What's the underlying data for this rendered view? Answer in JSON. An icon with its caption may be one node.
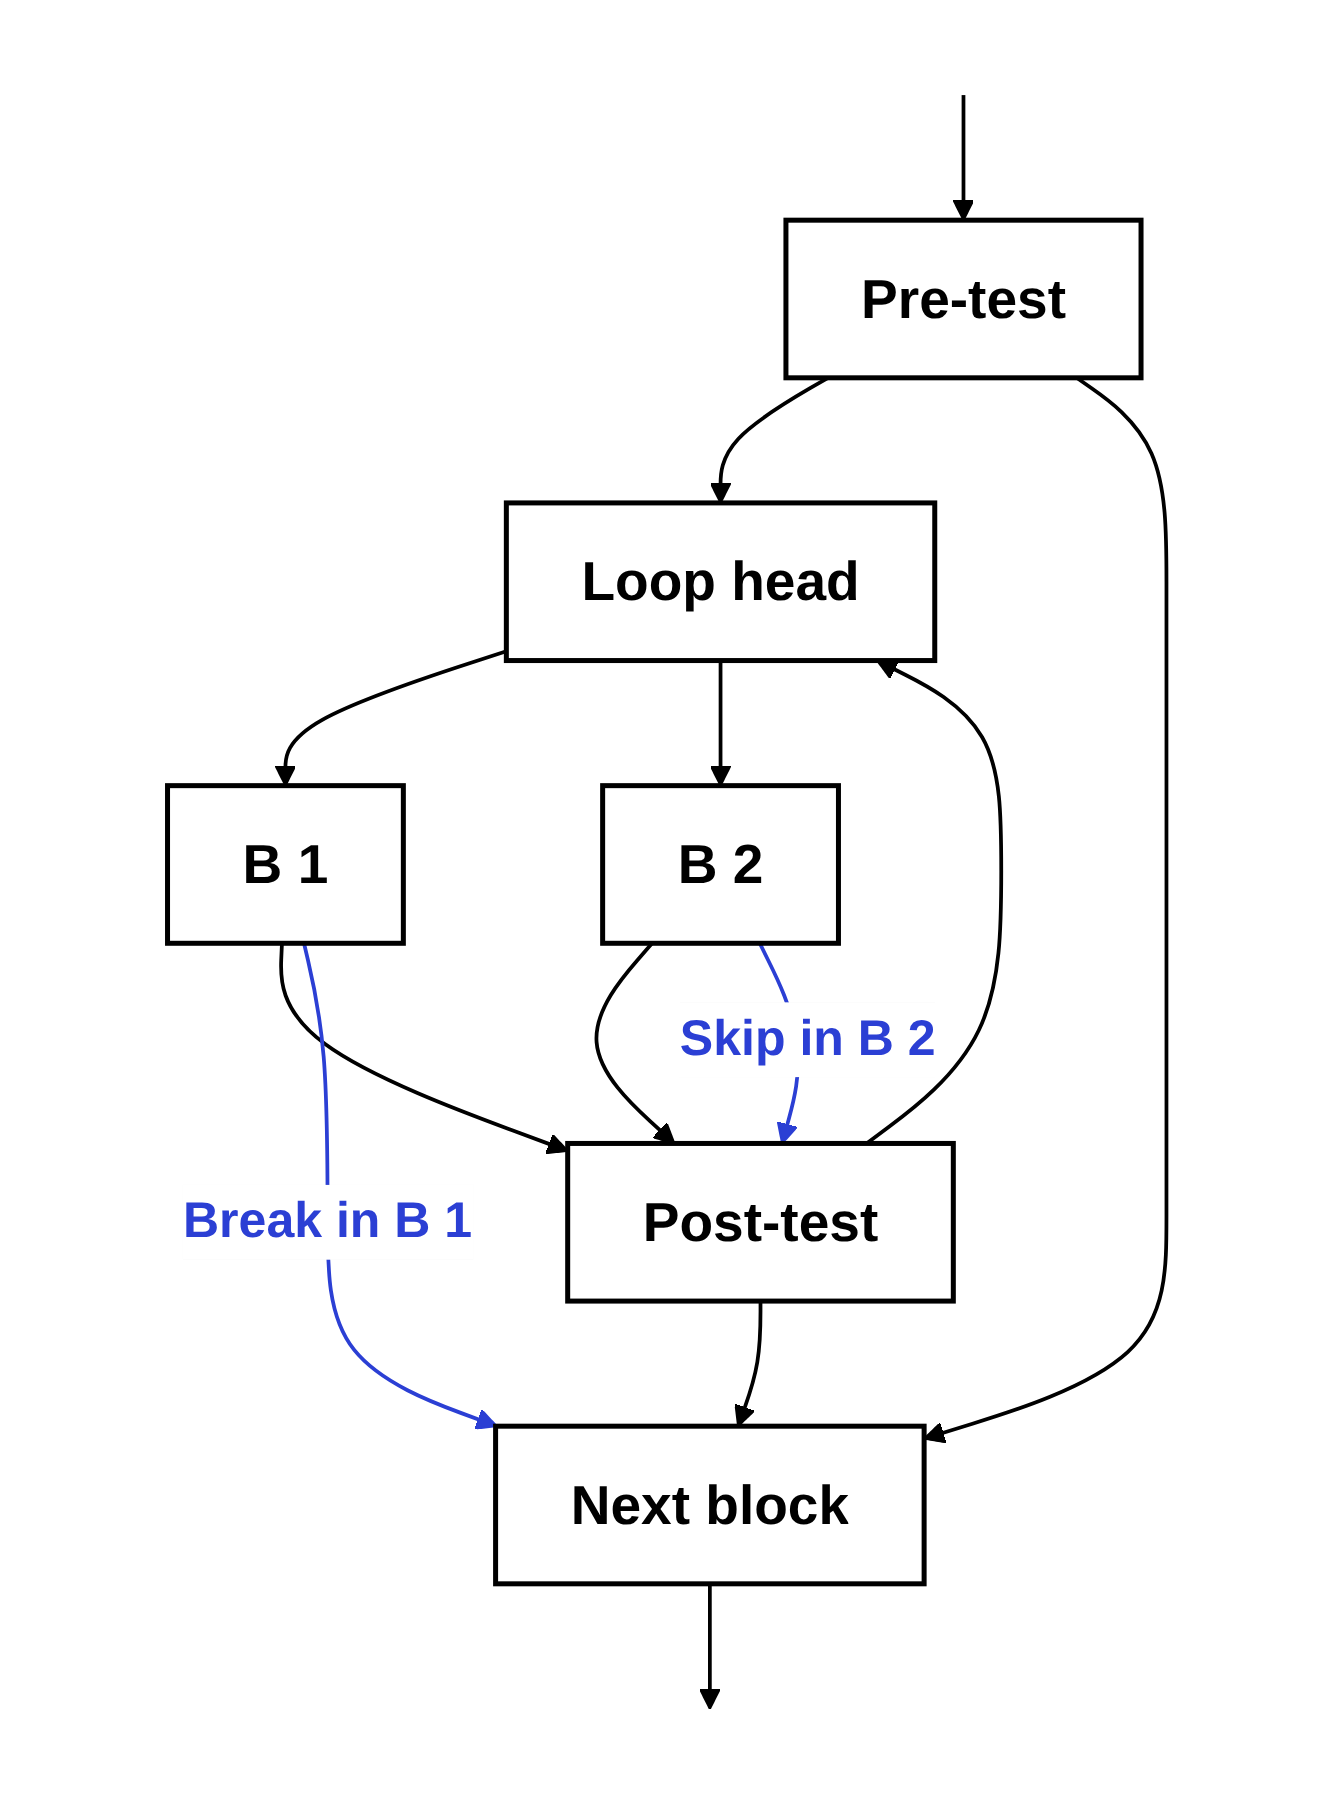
{
  "diagram": {
    "nodes": [
      {
        "text": [
          "Pre-test"
        ]
      },
      {
        "text": [
          "Loop head"
        ]
      },
      {
        "text": [
          "B 1"
        ]
      },
      {
        "text": [
          "B 2"
        ]
      },
      {
        "text": [
          "Post-test"
        ]
      },
      {
        "text": [
          "Next block"
        ]
      }
    ],
    "edges": [
      {
        "from": null,
        "to": 0,
        "arrow": "to"
      },
      {
        "from": 0,
        "to": 1,
        "arrow": "to"
      },
      {
        "from": 0,
        "to": 5,
        "arrow": "to"
      },
      {
        "from": 1,
        "to": 2,
        "arrow": "to"
      },
      {
        "from": 1,
        "to": 3,
        "arrow": "to"
      },
      {
        "from": 2,
        "to": 4,
        "arrow": "to"
      },
      {
        "from": 3,
        "to": 4,
        "arrow": "to"
      },
      {
        "from": 4,
        "to": 1,
        "arrow": "to"
      },
      {
        "from": 4,
        "to": 5,
        "arrow": "to"
      },
      {
        "from": 2,
        "to": 5,
        "arrow": "to",
        "label": "Break in B 1",
        "color": "#2b3fd4"
      },
      {
        "from": 3,
        "to": 4,
        "arrow": "to",
        "label": "Skip in B 2",
        "color": "#2b3fd4"
      },
      {
        "from": 5,
        "to": null,
        "arrow": "to"
      }
    ]
  }
}
